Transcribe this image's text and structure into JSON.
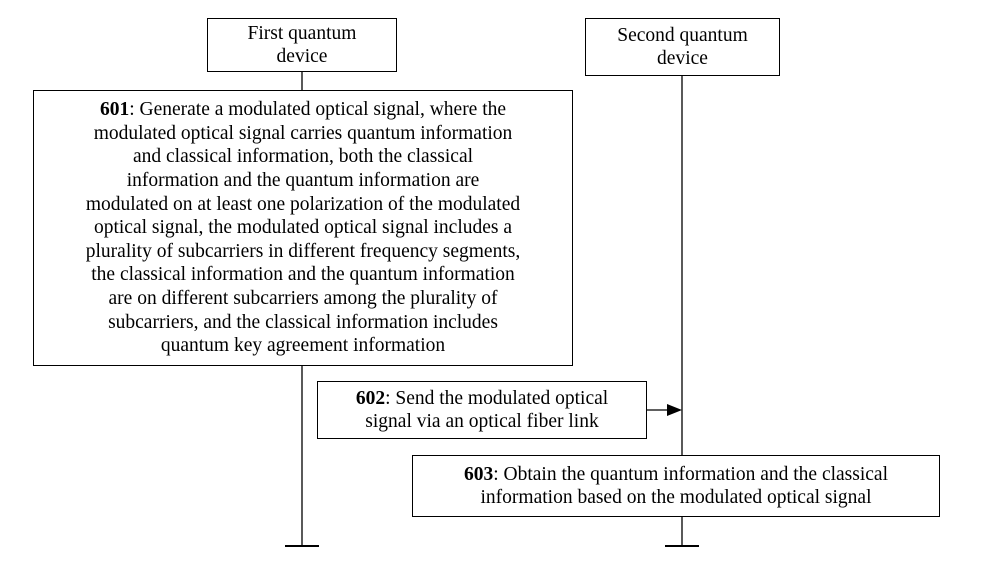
{
  "devices": {
    "first": {
      "line1": "First quantum",
      "line2": "device"
    },
    "second": {
      "line1": "Second quantum",
      "line2": "device"
    }
  },
  "steps": {
    "s601": {
      "number": "601",
      "lines": [
        ": Generate a modulated optical signal, where the",
        "modulated optical signal carries quantum information",
        "and classical information, both the classical",
        "information and the quantum information are",
        "modulated on at least one polarization of the modulated",
        "optical signal, the modulated optical signal includes a",
        "plurality of subcarriers in different frequency segments,",
        "the classical information and the quantum information",
        "are on different subcarriers among the plurality of",
        "subcarriers, and the classical information includes",
        "quantum key agreement information"
      ]
    },
    "s602": {
      "number": "602",
      "lines": [
        ": Send the modulated optical",
        "signal via an optical fiber link"
      ]
    },
    "s603": {
      "number": "603",
      "lines": [
        ": Obtain the quantum information and the classical",
        "information based on the modulated optical signal"
      ]
    }
  }
}
